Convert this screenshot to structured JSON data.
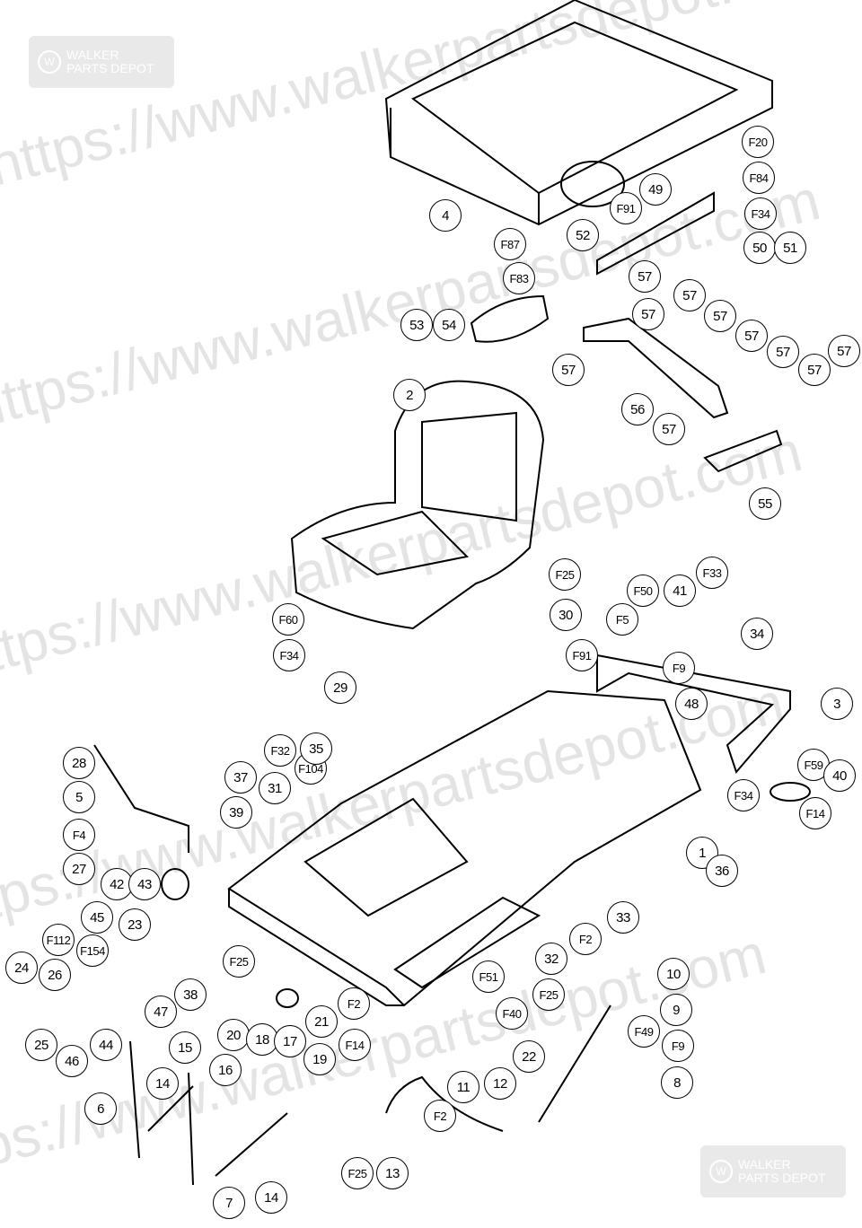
{
  "watermark": {
    "text": "https://www.walkerpartsdepot.com",
    "logo_line1": "WALKER",
    "logo_line2": "PARTS DEPOT",
    "logo_mark": "W"
  },
  "callouts": [
    "4",
    "49",
    "F20",
    "F84",
    "F34",
    "F91",
    "52",
    "F87",
    "50",
    "51",
    "F83",
    "57",
    "57",
    "57",
    "57",
    "57",
    "57",
    "57",
    "57",
    "57",
    "57",
    "53",
    "54",
    "56",
    "2",
    "55",
    "F25",
    "F50",
    "41",
    "F33",
    "F5",
    "30",
    "F60",
    "F34",
    "F91",
    "34",
    "F9",
    "29",
    "48",
    "3",
    "28",
    "F32",
    "F104",
    "35",
    "37",
    "31",
    "F59",
    "40",
    "F34",
    "5",
    "39",
    "F14",
    "F4",
    "1",
    "27",
    "36",
    "42",
    "43",
    "45",
    "23",
    "33",
    "F2",
    "32",
    "F112",
    "F154",
    "F25",
    "24",
    "26",
    "10",
    "F2",
    "38",
    "47",
    "F51",
    "F25",
    "9",
    "20",
    "21",
    "F40",
    "25",
    "44",
    "46",
    "18",
    "17",
    "16",
    "19",
    "F14",
    "F49",
    "F9",
    "22",
    "15",
    "12",
    "11",
    "8",
    "14",
    "6",
    "F2",
    "F25",
    "13",
    "14",
    "7"
  ]
}
